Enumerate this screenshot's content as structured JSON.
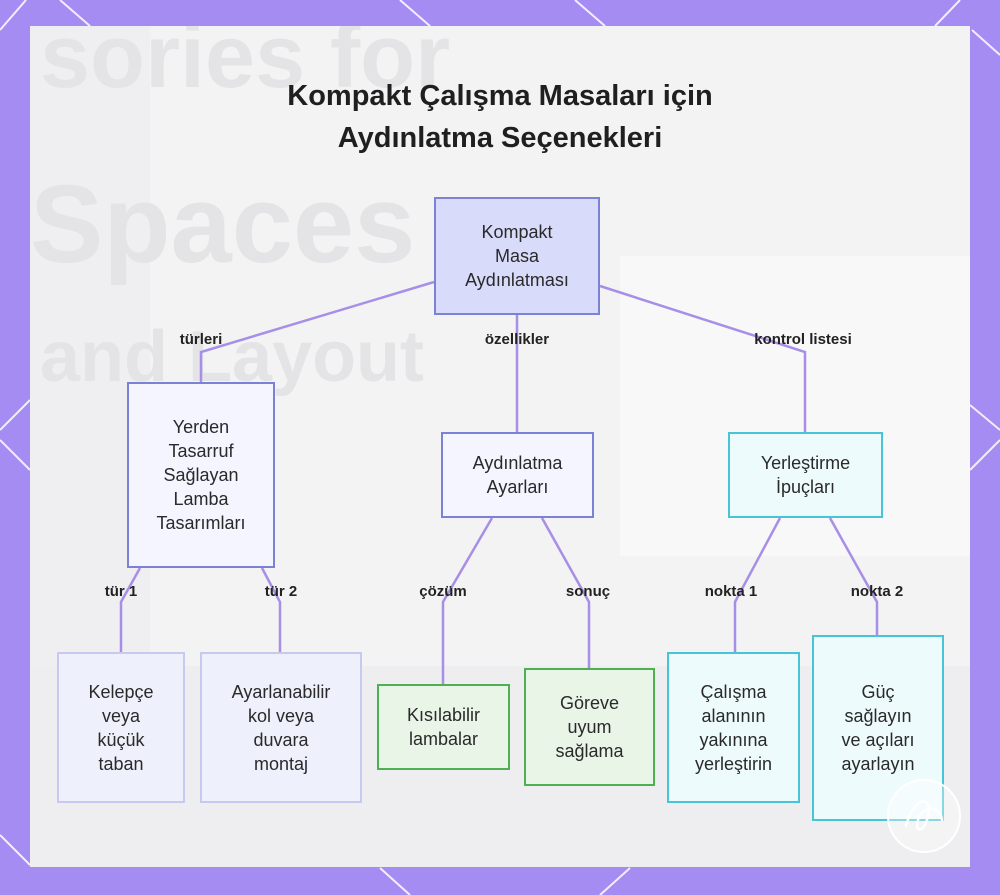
{
  "title": {
    "line1": "Kompakt Çalışma Masaları için",
    "line2": "Aydınlatma Seçenekleri"
  },
  "background_text": {
    "word1": "sories for",
    "word2": "Spaces",
    "word3": "and Layout"
  },
  "colors": {
    "frame": "#a48cf2",
    "connector": "#a88ee6",
    "root_fill": "#d9dbfb",
    "root_border": "#7b82d6",
    "cyan_border": "#47c4d6",
    "green_border": "#4db052"
  },
  "nodes": {
    "root": {
      "label": "Kompakt Masa Aydınlatması",
      "lines": [
        "Kompakt",
        "Masa",
        "Aydınlatması"
      ]
    },
    "types": {
      "lines": [
        "Yerden",
        "Tasarruf",
        "Sağlayan",
        "Lamba",
        "Tasarımları"
      ]
    },
    "settings": {
      "lines": [
        "Aydınlatma",
        "Ayarları"
      ]
    },
    "tips": {
      "lines": [
        "Yerleştirme",
        "İpuçları"
      ]
    },
    "type1": {
      "lines": [
        "Kelepçe",
        "veya",
        "küçük",
        "taban"
      ]
    },
    "type2": {
      "lines": [
        "Ayarlanabilir",
        "kol veya",
        "duvara",
        "montaj"
      ]
    },
    "solution": {
      "lines": [
        "Kısılabilir",
        "lambalar"
      ]
    },
    "result": {
      "lines": [
        "Göreve",
        "uyum",
        "sağlama"
      ]
    },
    "point1": {
      "lines": [
        "Çalışma",
        "alanının",
        "yakınına",
        "yerleştirin"
      ]
    },
    "point2": {
      "lines": [
        "Güç",
        "sağlayın",
        "ve açıları",
        "ayarlayın"
      ]
    }
  },
  "edges": {
    "types": "türleri",
    "features": "özellikler",
    "checklist": "kontrol listesi",
    "type1": "tür 1",
    "type2": "tür 2",
    "solution": "çözüm",
    "result": "sonuç",
    "point1": "nokta 1",
    "point2": "nokta 2"
  },
  "icons": {
    "watermark": "signature-logo-icon"
  }
}
